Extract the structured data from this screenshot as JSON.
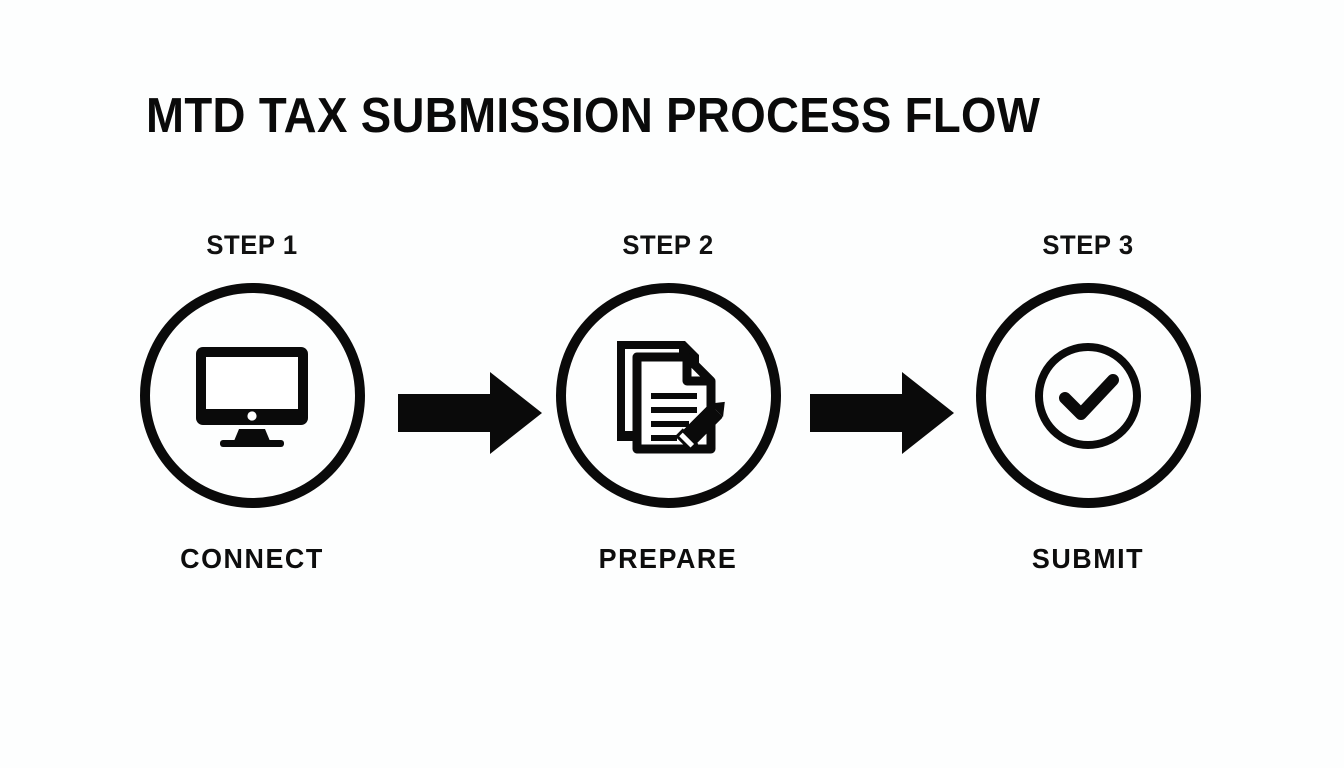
{
  "page": {
    "title": "MTD TAX SUBMISSION PROCESS FLOW",
    "background_color": "#fdfefe",
    "ink_color": "#0a0a0a"
  },
  "steps": [
    {
      "kicker": "STEP 1",
      "label": "CONNECT",
      "icon": "desktop-monitor-icon"
    },
    {
      "kicker": "STEP 2",
      "label": "PREPARE",
      "icon": "documents-with-pencil-icon"
    },
    {
      "kicker": "STEP 3",
      "label": "SUBMIT",
      "icon": "check-circle-icon"
    }
  ],
  "connectors": [
    {
      "name": "arrow-right-icon",
      "from": "STEP 1",
      "to": "STEP 2"
    },
    {
      "name": "arrow-right-icon",
      "from": "STEP 2",
      "to": "STEP 3"
    }
  ]
}
